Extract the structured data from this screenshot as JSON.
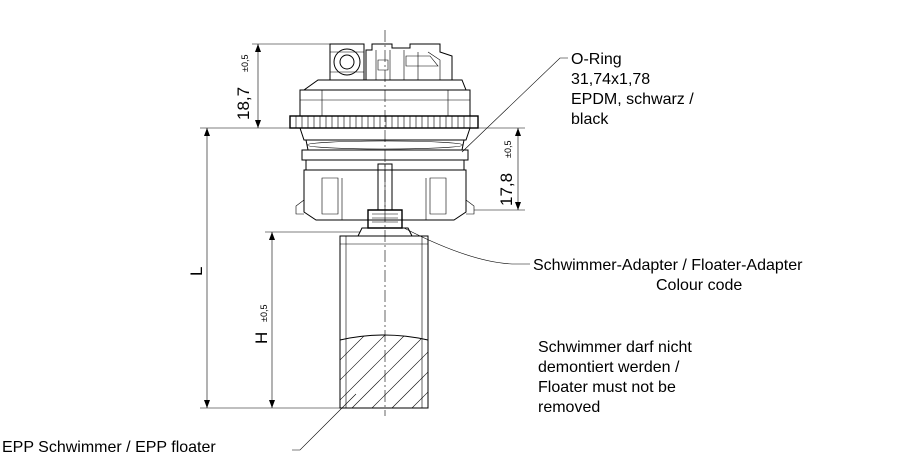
{
  "labels": {
    "o_ring_1": "O-Ring",
    "o_ring_2": "31,74x1,78",
    "o_ring_3": "EPDM, schwarz /",
    "o_ring_4": "black",
    "adapter_1": "Schwimmer-Adapter / Floater-Adapter",
    "adapter_2": "Colour code",
    "note_1": "Schwimmer darf nicht",
    "note_2": "demontiert werden /",
    "note_3": "Floater must not be",
    "note_4": "removed",
    "floater": "EPP Schwimmer / EPP floater"
  },
  "dimensions": {
    "top_height": {
      "value": "18,7",
      "tolerance": "±0,5"
    },
    "neck_height": {
      "value": "17,8",
      "tolerance": "±0,5"
    },
    "length": {
      "value": "L"
    },
    "float_height": {
      "value": "H",
      "tolerance": "±0,5"
    }
  }
}
